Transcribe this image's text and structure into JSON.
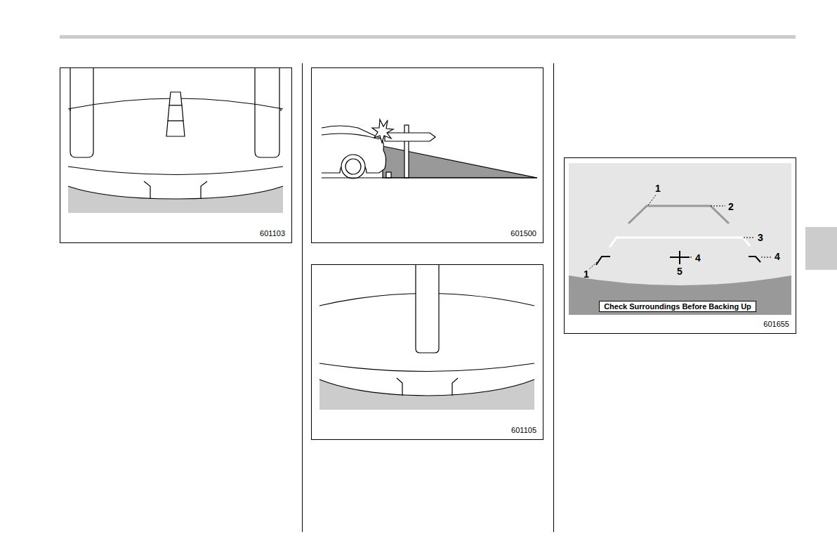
{
  "diagram": {
    "nodes": [
      {
        "text": [
          "601103"
        ]
      },
      {
        "text": [
          "601500"
        ]
      },
      {
        "text": [
          "601105"
        ]
      },
      {
        "text": [
          "601655"
        ]
      },
      {
        "text": [
          "Check Surroundings Before Backing Up"
        ],
        "in": 3
      }
    ],
    "labels": [
      "1",
      "2",
      "3",
      "1",
      "4",
      "4",
      "5"
    ]
  }
}
